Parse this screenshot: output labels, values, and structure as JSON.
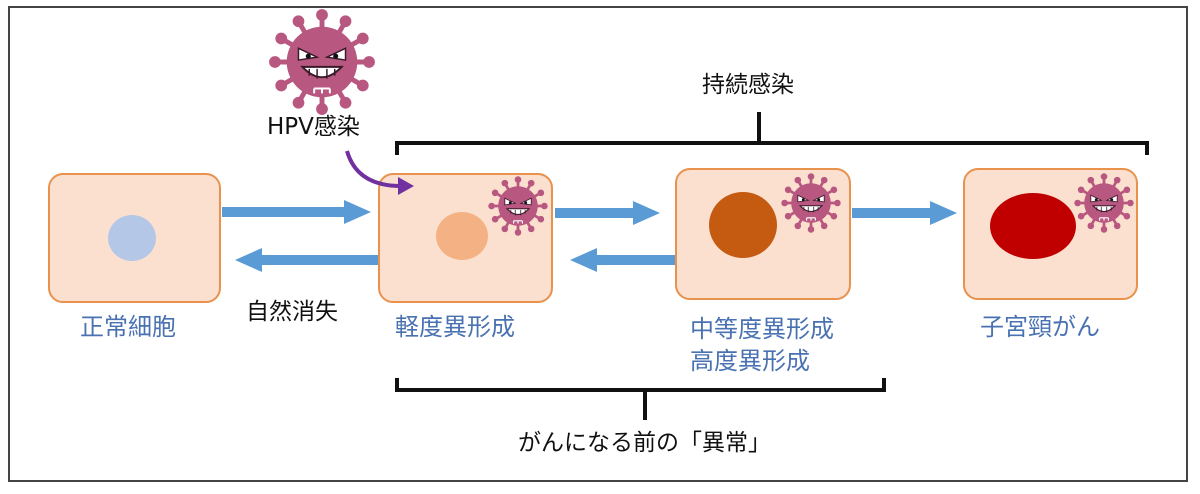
{
  "labels": {
    "persistent_infection": "持続感染",
    "hpv_infection": "HPV感染",
    "normal_cell": "正常細胞",
    "natural_clearance": "自然消失",
    "mild_dysplasia": "軽度異形成",
    "moderate_dysplasia": "中等度異形成",
    "severe_dysplasia": "高度異形成",
    "cervical_cancer": "子宮頸がん",
    "precancer_abnormality": "がんになる前の「異常」"
  },
  "colors": {
    "cell_fill": "#fbe0cf",
    "cell_border": "#e8924e",
    "arrow": "#5b9bd5",
    "infection_arrow": "#7030a0",
    "virus": "#b8577f",
    "nucleus_normal": "#b4c7e7",
    "nucleus_mild": "#f4b183",
    "nucleus_moderate": "#c55a11",
    "nucleus_cancer": "#c00000",
    "stage_text": "#4a72b2"
  },
  "icons": [
    "virus-icon"
  ]
}
